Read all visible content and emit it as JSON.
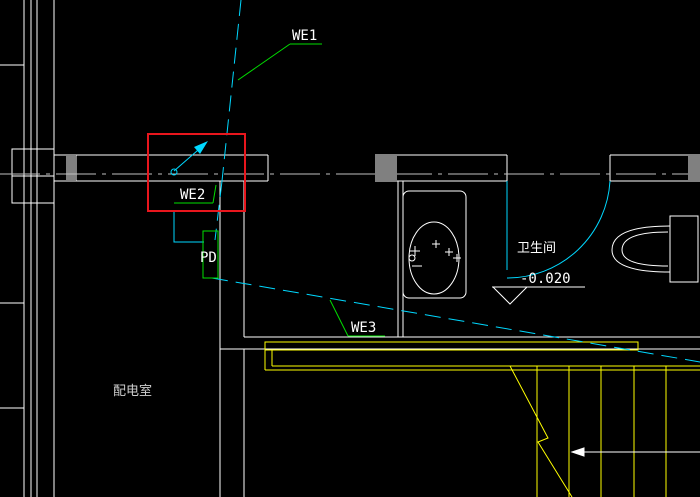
{
  "labels": {
    "we1": "WE1",
    "we2": "WE2",
    "we3": "WE3",
    "pd": "PD",
    "bathroom": "卫生间",
    "elevation": "-0.020",
    "power_room": "配电室"
  },
  "colors": {
    "background": "#000000",
    "wall": "#ffffff",
    "wire": "#00d8ff",
    "leader": "#00e000",
    "fixture": "#ffffff",
    "stair": "#ffff00",
    "column": "#808080",
    "highlight": "#e8161d"
  }
}
